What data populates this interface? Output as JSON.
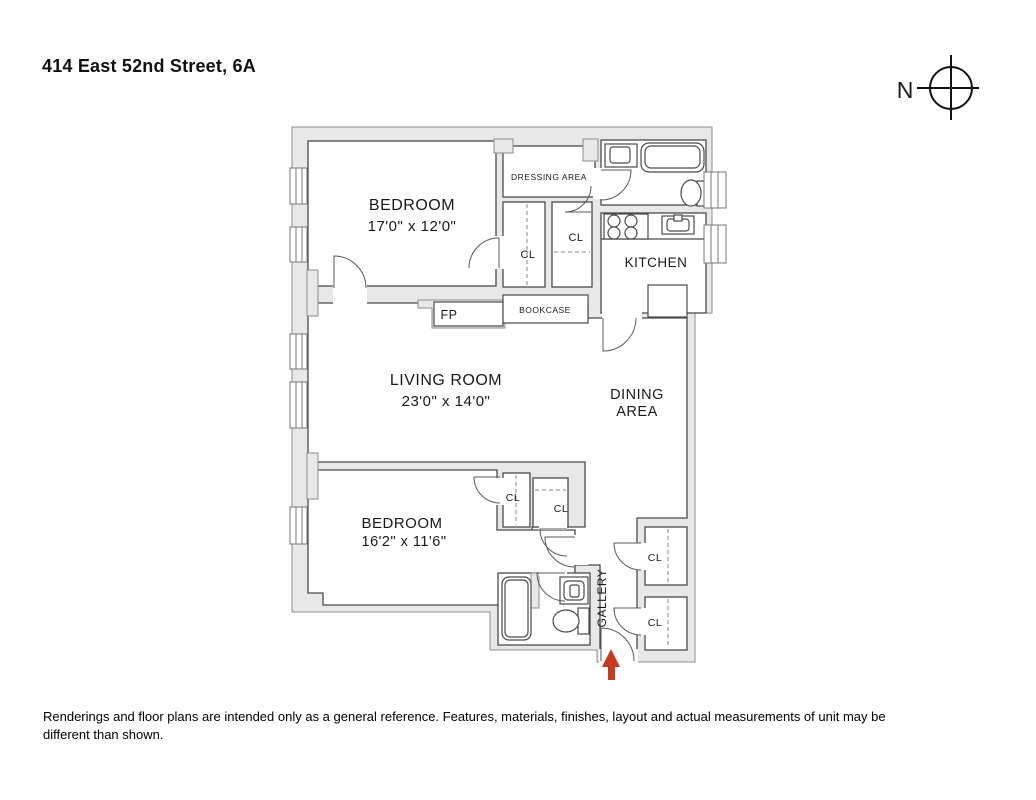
{
  "title": "414 East 52nd Street, 6A",
  "compass": {
    "north_label": "N"
  },
  "labels": {
    "bedroom1_name": "BEDROOM",
    "bedroom1_dims": "17'0\" x 12'0\"",
    "dressing_area": "DRESSING AREA",
    "cl": "CL",
    "kitchen": "KITCHEN",
    "bookcase": "BOOKCASE",
    "fireplace": "FP",
    "living_name": "LIVING ROOM",
    "living_dims": "23'0\" x 14'0\"",
    "dining_line1": "DINING",
    "dining_line2": "AREA",
    "bedroom2_name": "BEDROOM",
    "bedroom2_dims": "16'2\" x 11'6\"",
    "gallery": "GALLERY"
  },
  "disclaimer_line1": "Renderings and floor plans are intended only as a general reference. Features, materials, finishes, layout and actual measurements of unit may be",
  "disclaimer_line2": "different than shown.",
  "colors": {
    "wall_fill": "#e8e8e8",
    "wall_stroke": "#8c8c8c",
    "line": "#4a4a4a",
    "entry_arrow": "#c8391d"
  }
}
